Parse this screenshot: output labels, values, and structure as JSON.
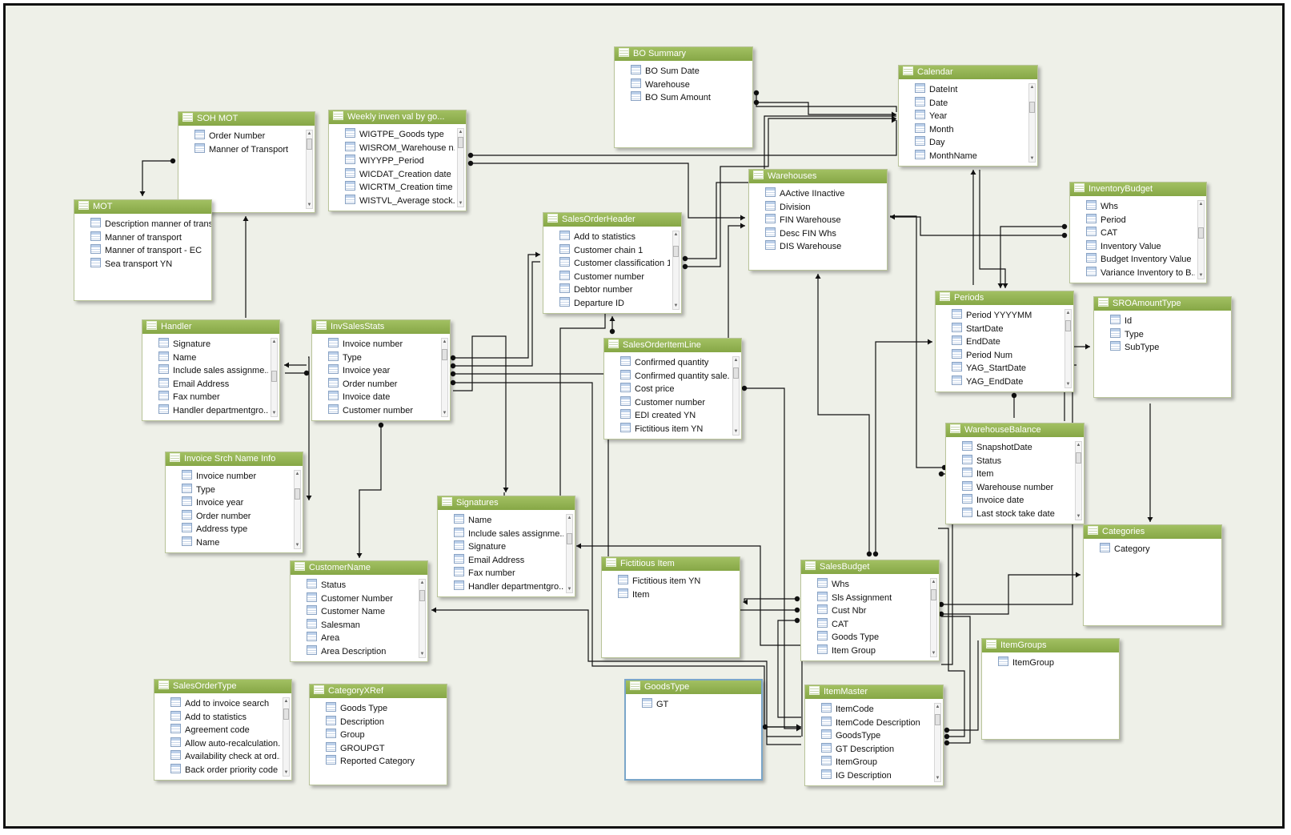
{
  "colors": {
    "header": "#8fae4f",
    "line": "#111111",
    "frame": "#111111",
    "canvas": "#eef0e8"
  },
  "tables": [
    {
      "id": "soh-mot",
      "title": "SOH MOT",
      "rows": [
        "Order Number",
        "Manner of Transport"
      ]
    },
    {
      "id": "weekly",
      "title": "Weekly inven val by go...",
      "rows": [
        "WIGTPE_Goods type",
        "WISROM_Warehouse n...",
        "WIYYPP_Period",
        "WICDAT_Creation date",
        "WICRTM_Creation time",
        "WISTVL_Average stock..."
      ]
    },
    {
      "id": "bo-summary",
      "title": "BO Summary",
      "rows": [
        "BO Sum Date",
        "Warehouse",
        "BO Sum Amount"
      ]
    },
    {
      "id": "calendar",
      "title": "Calendar",
      "rows": [
        "DateInt",
        "Date",
        "Year",
        "Month",
        "Day",
        "MonthName"
      ]
    },
    {
      "id": "mot",
      "title": "MOT",
      "rows": [
        "Description manner of trans...",
        "Manner of transport",
        "Manner of transport - EC",
        "Sea transport YN"
      ]
    },
    {
      "id": "warehouses",
      "title": "Warehouses",
      "rows": [
        "AActive IInactive",
        "Division",
        "FIN Warehouse",
        "Desc FIN Whs",
        "DIS Warehouse"
      ]
    },
    {
      "id": "inventory-budget",
      "title": "InventoryBudget",
      "rows": [
        "Whs",
        "Period",
        "CAT",
        "Inventory Value",
        "Budget Inventory Value",
        "Variance Inventory to B..."
      ]
    },
    {
      "id": "sales-order-header",
      "title": "SalesOrderHeader",
      "rows": [
        "Add to statistics",
        "Customer chain 1",
        "Customer classification 1",
        "Customer number",
        "Debtor number",
        "Departure ID"
      ]
    },
    {
      "id": "periods",
      "title": "Periods",
      "rows": [
        "Period YYYYMM",
        "StartDate",
        "EndDate",
        "Period Num",
        "YAG_StartDate",
        "YAG_EndDate"
      ]
    },
    {
      "id": "sro-amount-type",
      "title": "SROAmountType",
      "rows": [
        "Id",
        "Type",
        "SubType"
      ]
    },
    {
      "id": "handler",
      "title": "Handler",
      "rows": [
        "Signature",
        "Name",
        "Include sales assignme...",
        "Email Address",
        "Fax number",
        "Handler departmentgro..."
      ]
    },
    {
      "id": "inv-sales-stats",
      "title": "InvSalesStats",
      "rows": [
        "Invoice number",
        "Type",
        "Invoice year",
        "Order number",
        "Invoice date",
        "Customer number"
      ]
    },
    {
      "id": "sales-order-item-line",
      "title": "SalesOrderItemLine",
      "rows": [
        "Confirmed quantity",
        "Confirmed quantity sale...",
        "Cost price",
        "Customer number",
        "EDI created YN",
        "Fictitious item YN"
      ]
    },
    {
      "id": "warehouse-balance",
      "title": "WarehouseBalance",
      "rows": [
        "SnapshotDate",
        "Status",
        "Item",
        "Warehouse number",
        "Invoice date",
        "Last stock take date"
      ]
    },
    {
      "id": "invoice-srch",
      "title": "Invoice Srch Name Info",
      "rows": [
        "Invoice number",
        "Type",
        "Invoice year",
        "Order number",
        "Address type",
        "Name"
      ]
    },
    {
      "id": "signatures",
      "title": "Signatures",
      "rows": [
        "Name",
        "Include sales assignme...",
        "Signature",
        "Email Address",
        "Fax number",
        "Handler departmentgro..."
      ]
    },
    {
      "id": "categories",
      "title": "Categories",
      "rows": [
        "Category"
      ]
    },
    {
      "id": "fictitious-item",
      "title": "Fictitious Item",
      "rows": [
        "Fictitious item YN",
        "Item"
      ]
    },
    {
      "id": "sales-budget",
      "title": "SalesBudget",
      "rows": [
        "Whs",
        "Sls Assignment",
        "Cust Nbr",
        "CAT",
        "Goods Type",
        "Item Group"
      ]
    },
    {
      "id": "customer-name",
      "title": "CustomerName",
      "rows": [
        "Status",
        "Customer  Number",
        "Customer Name",
        "Salesman",
        "Area",
        "Area Description"
      ]
    },
    {
      "id": "item-groups",
      "title": "ItemGroups",
      "rows": [
        "ItemGroup"
      ]
    },
    {
      "id": "sales-order-type",
      "title": "SalesOrderType",
      "rows": [
        "Add to invoice search",
        "Add to statistics",
        "Agreement code",
        "Allow auto-recalculation...",
        "Availability check at ord...",
        "Back order priority code"
      ]
    },
    {
      "id": "category-xref",
      "title": "CategoryXRef",
      "rows": [
        "Goods Type",
        "Description",
        "Group",
        "GROUPGT",
        "Reported Category"
      ]
    },
    {
      "id": "goods-type",
      "title": "GoodsType",
      "rows": [
        "GT"
      ]
    },
    {
      "id": "item-master",
      "title": "ItemMaster",
      "rows": [
        "ItemCode",
        "ItemCode Description",
        "GoodsType",
        "GT Description",
        "ItemGroup",
        "IG Description"
      ]
    }
  ]
}
